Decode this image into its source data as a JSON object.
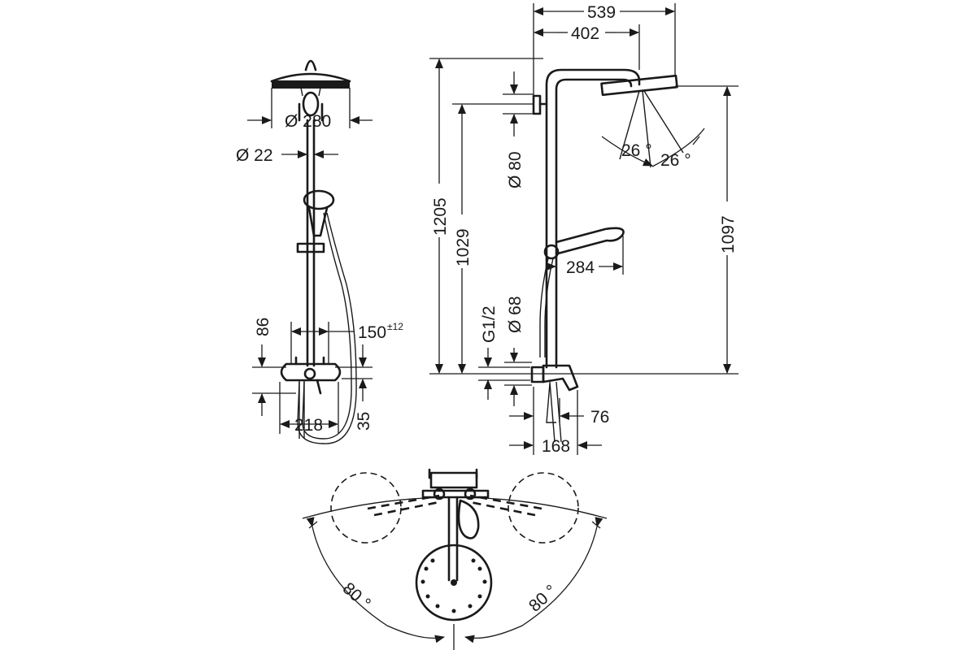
{
  "front_view": {
    "head_diameter": "Ø 280",
    "pipe_diameter": "Ø 22",
    "height_86": "86",
    "spacing_150": "150",
    "spacing_150_tolerance": "±12",
    "width_218": "218",
    "height_35": "35"
  },
  "side_view": {
    "reach_539": "539",
    "reach_402": "402",
    "height_1205": "1205",
    "height_1029": "1029",
    "height_1097": "1097",
    "holder_diameter": "Ø 80",
    "flange_diameter": "Ø 68",
    "thread": "G1/2",
    "hand_shower_284": "284",
    "angle_left": "26 °",
    "angle_right": "26 °",
    "depth_76": "76",
    "depth_168": "168"
  },
  "top_view": {
    "swivel_left": "80 °",
    "swivel_right": "80 °"
  }
}
